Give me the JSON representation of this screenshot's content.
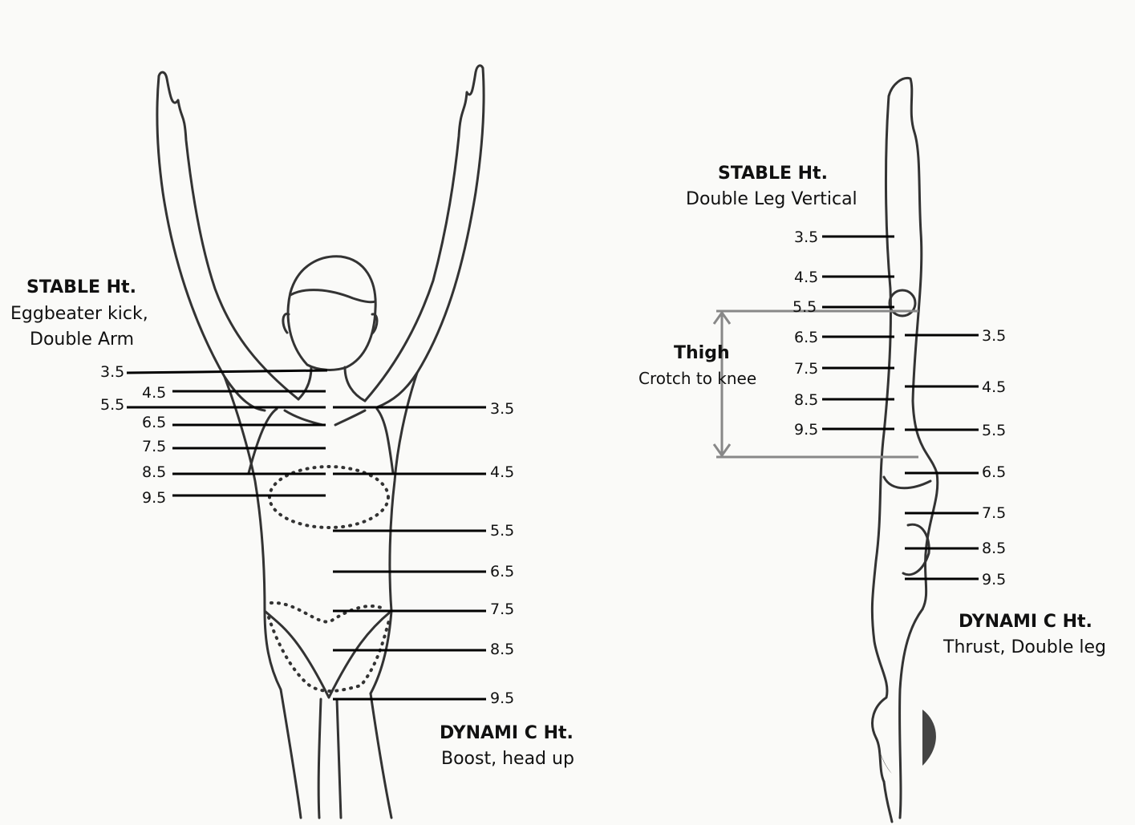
{
  "front": {
    "stable": {
      "title": "STABLE Ht.",
      "line1": "Eggbeater kick,",
      "line2": "Double Arm"
    },
    "dynamic": {
      "title": "DYNAMI C Ht.",
      "line1": "Boost, head up"
    },
    "stable_marks": [
      "3.5",
      "4.5",
      "5.5",
      "6.5",
      "7.5",
      "8.5",
      "9.5"
    ],
    "dynamic_marks": [
      "3.5",
      "4.5",
      "5.5",
      "6.5",
      "7.5",
      "8.5",
      "9.5"
    ]
  },
  "side": {
    "stable": {
      "title": "STABLE Ht.",
      "line1": "Double Leg Vertical"
    },
    "dynamic": {
      "title": "DYNAMI C Ht.",
      "line1": "Thrust, Double leg"
    },
    "thigh": {
      "title": "Thigh",
      "line1": "Crotch to knee"
    },
    "stable_marks": [
      "3.5",
      "4.5",
      "5.5",
      "6.5",
      "7.5",
      "8.5",
      "9.5"
    ],
    "dynamic_marks": [
      "3.5",
      "4.5",
      "5.5",
      "6.5",
      "7.5",
      "8.5",
      "9.5"
    ]
  }
}
